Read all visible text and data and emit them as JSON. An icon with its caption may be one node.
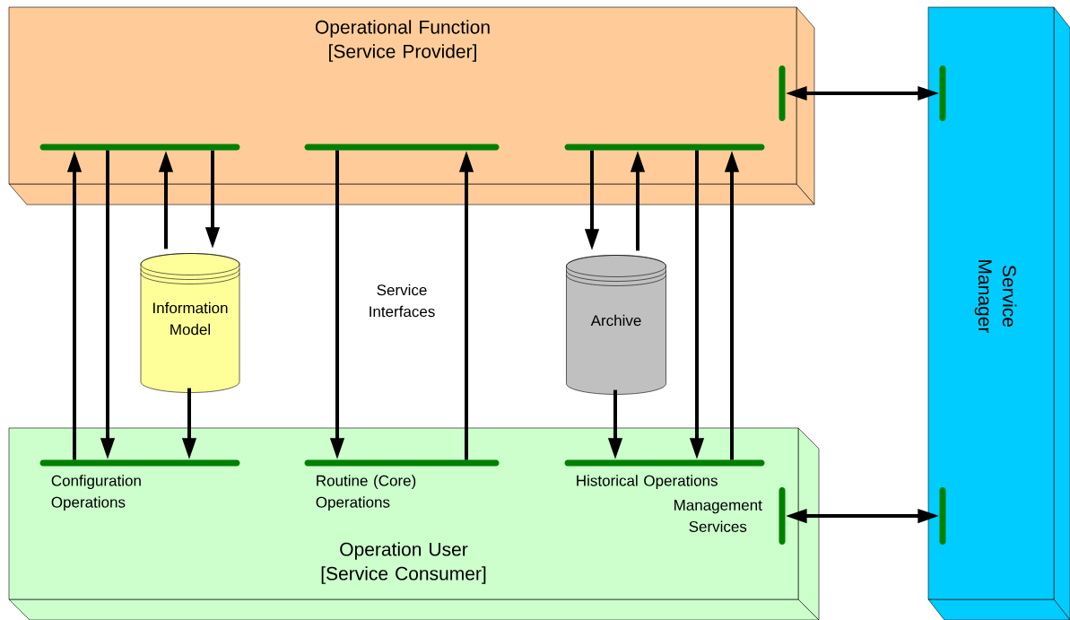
{
  "diagram": {
    "nodes": [
      {
        "text": [
          "Operational Function [Service Provider]"
        ]
      },
      {
        "text": [],
        "shape": "bar",
        "in": 0
      },
      {
        "text": [],
        "shape": "bar",
        "in": 0
      },
      {
        "text": [],
        "shape": "bar",
        "in": 0
      },
      {
        "text": [],
        "shape": "bar",
        "in": 0
      },
      {
        "text": [
          "Service Manager"
        ]
      },
      {
        "text": [],
        "shape": "bar",
        "in": 5
      },
      {
        "text": [
          "Information Model"
        ]
      },
      {
        "text": [
          "Archive"
        ]
      },
      {
        "text": [
          "Operation User [Service Consumer]"
        ]
      },
      {
        "text": [
          "Configuration Operations"
        ],
        "in": 9
      },
      {
        "text": [
          "Routine (Core) Operations"
        ],
        "in": 9
      },
      {
        "text": [
          "Historical Operations"
        ],
        "in": 9
      },
      {
        "text": [
          "Management Services"
        ],
        "in": 9
      },
      {
        "text": [],
        "shape": "bar",
        "in": 5
      }
    ],
    "edges": [
      {
        "from": 10,
        "to": 1,
        "arrow": "to"
      },
      {
        "from": 1,
        "to": 10,
        "arrow": "to"
      },
      {
        "from": 7,
        "to": 1,
        "arrow": "to"
      },
      {
        "from": 1,
        "to": 7,
        "arrow": "to"
      },
      {
        "from": 7,
        "to": 10,
        "arrow": "to"
      },
      {
        "from": 2,
        "to": 11,
        "arrow": "to"
      },
      {
        "from": 11,
        "to": 2,
        "arrow": "to"
      },
      {
        "from": 3,
        "to": 8,
        "arrow": "to"
      },
      {
        "from": 8,
        "to": 3,
        "arrow": "to"
      },
      {
        "from": 8,
        "to": 12,
        "arrow": "to"
      },
      {
        "from": 3,
        "to": 12,
        "arrow": "to"
      },
      {
        "from": 12,
        "to": 3,
        "arrow": "to"
      },
      {
        "from": 4,
        "to": 6,
        "arrow": "both"
      },
      {
        "from": 13,
        "to": 14,
        "arrow": "both"
      }
    ],
    "labels": [
      "Service Interfaces"
    ]
  }
}
